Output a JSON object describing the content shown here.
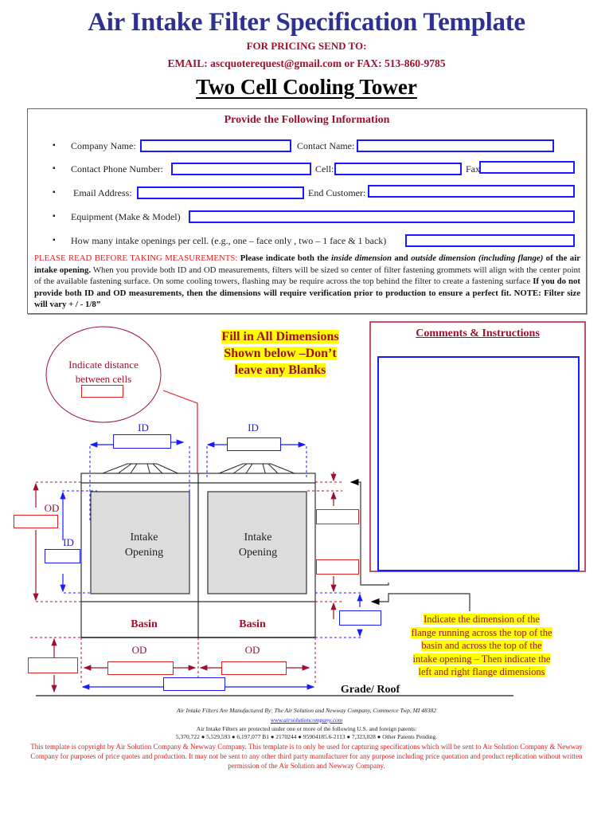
{
  "header": {
    "title": "Air Intake Filter Specification Template",
    "pricing_label": "FOR PRICING SEND TO:",
    "contact_line": "EMAIL: ascquoterequest@gmail.com or FAX: 513-860-9785",
    "subtitle": "Two Cell Cooling Tower"
  },
  "info_section": {
    "heading": "Provide the Following Information",
    "bullet": "▪",
    "fields": {
      "company_name": {
        "label": "Company Name:",
        "value": ""
      },
      "contact_name": {
        "label": "Contact Name:",
        "value": ""
      },
      "contact_phone": {
        "label": "Contact Phone Number:",
        "value": ""
      },
      "cell": {
        "label": "Cell:",
        "value": ""
      },
      "fax": {
        "label": "Fax",
        "value": ""
      },
      "email": {
        "label": "Email Address:",
        "value": ""
      },
      "end_customer": {
        "label": "End Customer:",
        "value": ""
      },
      "equipment": {
        "label": "Equipment (Make & Model)",
        "value": ""
      },
      "openings": {
        "label": "How many intake openings per cell.  (e.g., one – face only , two – 1 face & 1 back)",
        "value": ""
      }
    },
    "notice": {
      "lead": "PLEASE READ BEFORE TAKING MEASUREMENTS: ",
      "b1": "Please indicate both the ",
      "i1": "inside dimension",
      "b2": " and ",
      "i2": "outside dimension (including flange)",
      "b3": " of the air intake opening.",
      "body": "  When you provide both ID and OD measurements, filters will be sized so center of filter fastening grommets will align with the center point of the available fastening surface.  On some cooling  towers, flashing may be require across the top behind the filter to create a  fastening surface  ",
      "b4": "If you do not provide both ID and OD measurements, then the dimensions will require verification prior to production to ensure a perfect fit.  NOTE:  Filter size will vary + / - 1/8”"
    }
  },
  "diagram": {
    "fill_banner": [
      "Fill in All Dimensions",
      "Shown below –Don’t",
      "leave any Blanks"
    ],
    "distance_callout": [
      "Indicate distance",
      "between cells"
    ],
    "labels": {
      "id": "ID",
      "od": "OD",
      "intake_line1": "Intake",
      "intake_line2": "Opening",
      "basin": "Basin",
      "grade": "Grade/ Roof"
    },
    "dimension_values": {
      "cell_distance": "",
      "top_id_left": "",
      "top_id_right": "",
      "side_od": "",
      "side_id": "",
      "right_top_flange": "",
      "right_bottom_flange": "",
      "basin_flange": "",
      "basin_height": "",
      "bottom_od_left": "",
      "bottom_od_right": "",
      "overall_width": ""
    },
    "flange_note": [
      "Indicate the dimension of the",
      "flange running across the top of the",
      "basin and across the top of the",
      "intake opening – Then indicate the",
      "left and right flange dimensions"
    ]
  },
  "comments": {
    "title": "Comments & Instructions",
    "value": ""
  },
  "footer": {
    "manufacturer": "Air Intake Filters Are Manufactured By: The Air Solution and Newway Company, Commerce Twp, MI  48382",
    "website": "www.airsolutioncompany.com",
    "patents_intro": "Air Intake Filters are protected under one or more of the following U.S. and foreign patents:",
    "patents": "5,370,722 ● 5,529,593 ● 6,197,077 B1 ● 2170244 ● 95904185.6-2113 ● 7,323,028 ● Other Patents Pending.",
    "copyright": "This template is copyright by Air Solution Company & Newway Company.  This template is to only be used for capturing specifications which will be sent to Air Solution Company & Newway Company for purposes of price quotes and production.  It may not be sent to any other third party manufacturer for any purpose including price quotation and product replication without written permission of the Air Solution and Newway Company."
  },
  "colors": {
    "title_blue": "#2e3192",
    "accent_red": "#a0102c",
    "field_blue": "#1a1aff",
    "highlight_yellow": "#ffff00",
    "notice_red": "#e02020"
  }
}
